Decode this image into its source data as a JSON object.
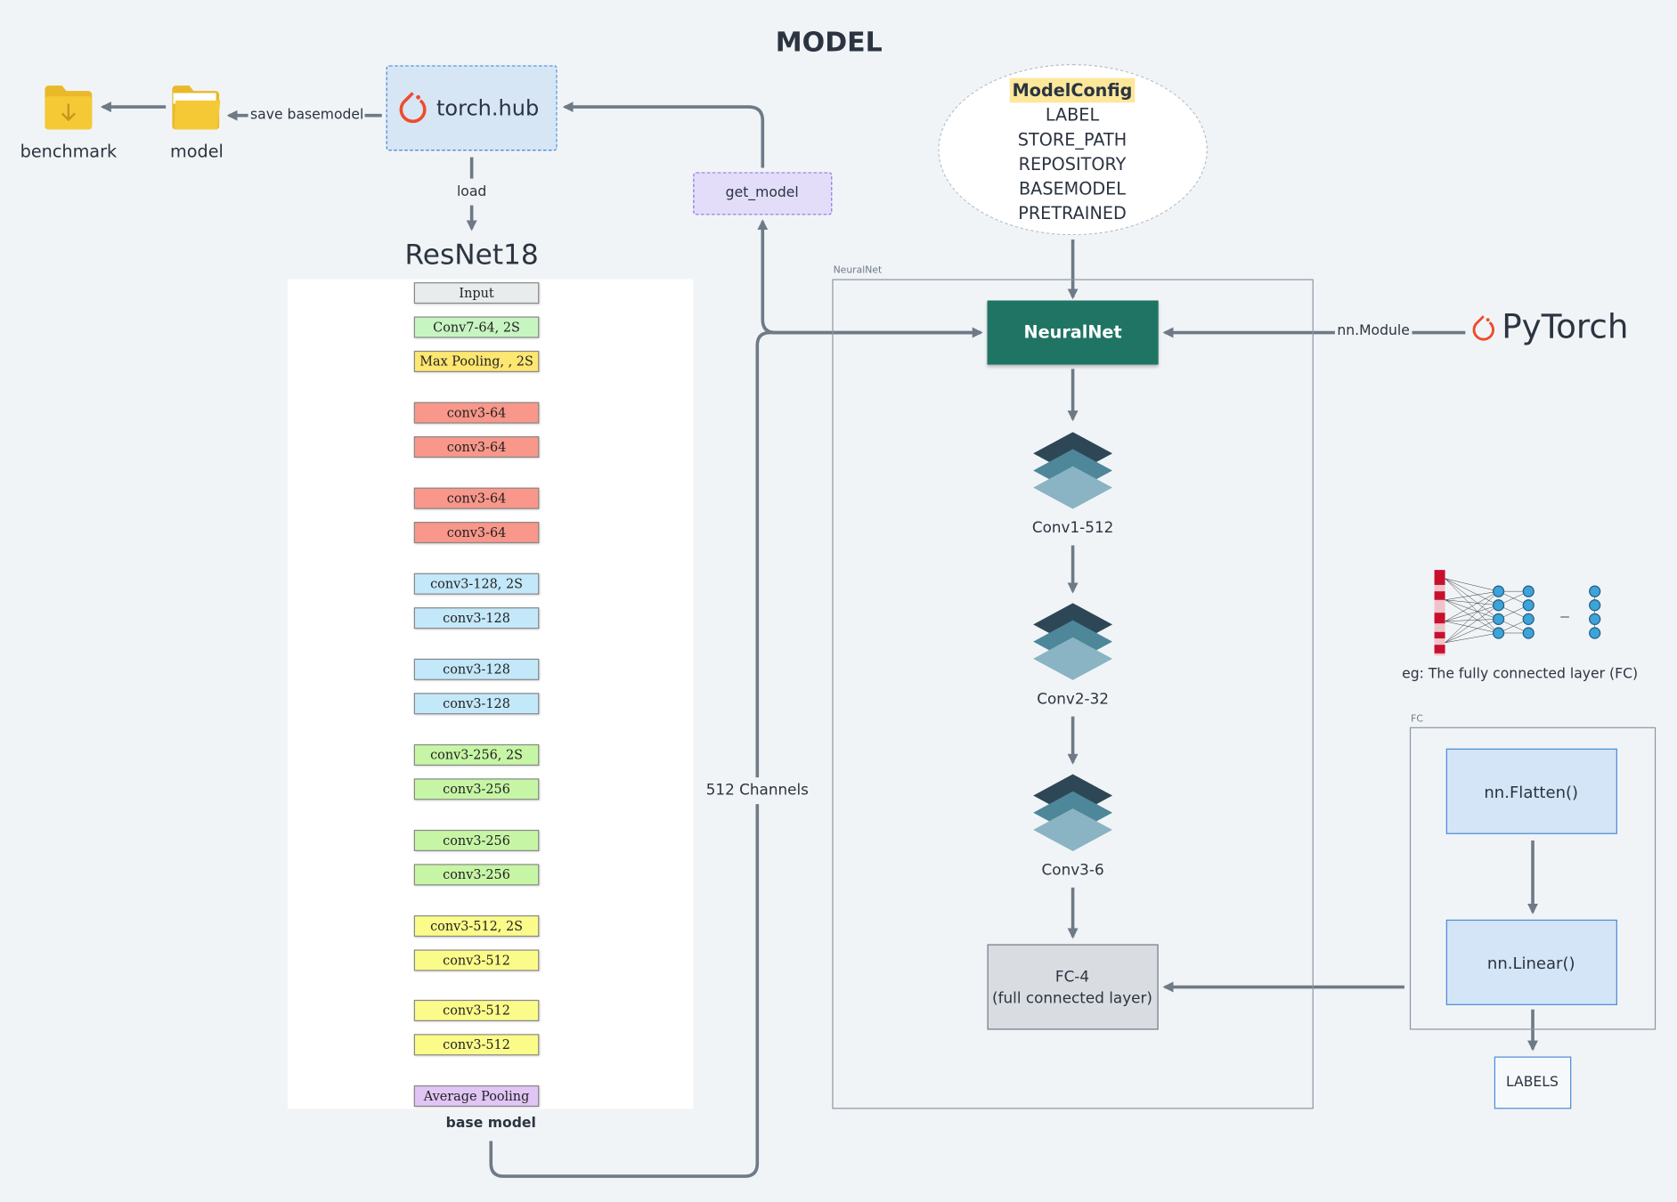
{
  "title": "MODEL",
  "storage": {
    "benchmark_label": "benchmark",
    "model_label": "model",
    "save_label": "save basemodel"
  },
  "hub": {
    "label": "torch.hub",
    "load_label": "load"
  },
  "get_model": {
    "label": "get_model"
  },
  "resnet": {
    "title": "ResNet18",
    "caption": "base model",
    "layers": [
      {
        "label": "Input",
        "color": "#e8ecec"
      },
      {
        "label": "Conv7-64, 2S",
        "color": "#c7f5c2"
      },
      {
        "label": "Max Pooling, , 2S",
        "color": "#fde771"
      },
      {
        "label": "conv3-64",
        "color": "#f8978a"
      },
      {
        "label": "conv3-64",
        "color": "#f8978a"
      },
      {
        "label": "conv3-64",
        "color": "#f8978a"
      },
      {
        "label": "conv3-64",
        "color": "#f8978a"
      },
      {
        "label": "conv3-128, 2S",
        "color": "#c3e8fa"
      },
      {
        "label": "conv3-128",
        "color": "#c3e8fa"
      },
      {
        "label": "conv3-128",
        "color": "#c3e8fa"
      },
      {
        "label": "conv3-128",
        "color": "#c3e8fa"
      },
      {
        "label": "conv3-256, 2S",
        "color": "#c6f6a5"
      },
      {
        "label": "conv3-256",
        "color": "#c6f6a5"
      },
      {
        "label": "conv3-256",
        "color": "#c6f6a5"
      },
      {
        "label": "conv3-256",
        "color": "#c6f6a5"
      },
      {
        "label": "conv3-512, 2S",
        "color": "#fbfb8a"
      },
      {
        "label": "conv3-512",
        "color": "#fbfb8a"
      },
      {
        "label": "conv3-512",
        "color": "#fbfb8a"
      },
      {
        "label": "conv3-512",
        "color": "#fbfb8a"
      },
      {
        "label": "Average Pooling",
        "color": "#e0c5f5"
      }
    ]
  },
  "channels_label": "512 Channels",
  "model_config": {
    "title": "ModelConfig",
    "fields": [
      "LABEL",
      "STORE_PATH",
      "REPOSITORY",
      "BASEMODEL",
      "PRETRAINED"
    ]
  },
  "neuralnet": {
    "container_label": "NeuralNet",
    "box_label": "NeuralNet",
    "module_label": "nn.Module",
    "pytorch_label": "PyTorch",
    "conv_layers": [
      "Conv1-512",
      "Conv2-32",
      "Conv3-6"
    ],
    "fc_title": "FC-4",
    "fc_subtitle": "(full connected layer)"
  },
  "fc_panel": {
    "example_caption": "eg: The fully connected layer (FC)",
    "container_label": "FC",
    "flatten_label": "nn.Flatten()",
    "linear_label": "nn.Linear()",
    "labels_label": "LABELS"
  },
  "colors": {
    "background": "#f1f4f7",
    "arrow": "#6e7a86",
    "neuralnet": "#207463",
    "hub_fill": "#d7e6f5",
    "get_model_fill": "#e3ddfa",
    "pytorch_orange": "#ee4c2c",
    "folder": "#f5c935"
  }
}
